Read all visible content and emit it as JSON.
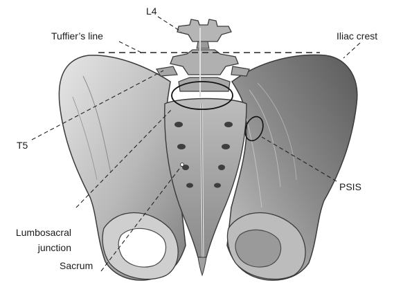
{
  "labels": {
    "l4": "L4",
    "tuffiers_line": "Tuffier’s line",
    "iliac_crest": "Iliac crest",
    "t5": "T5",
    "psis": "PSIS",
    "lumbosacral_line1": "Lumbosacral",
    "lumbosacral_line2": "junction",
    "sacrum": "Sacrum"
  },
  "colors": {
    "bone_light": "#d9d9d9",
    "bone_mid": "#a9a9a9",
    "bone_dark": "#6e6e6e",
    "outline": "#3a3a3a",
    "leader_line": "#222222"
  }
}
